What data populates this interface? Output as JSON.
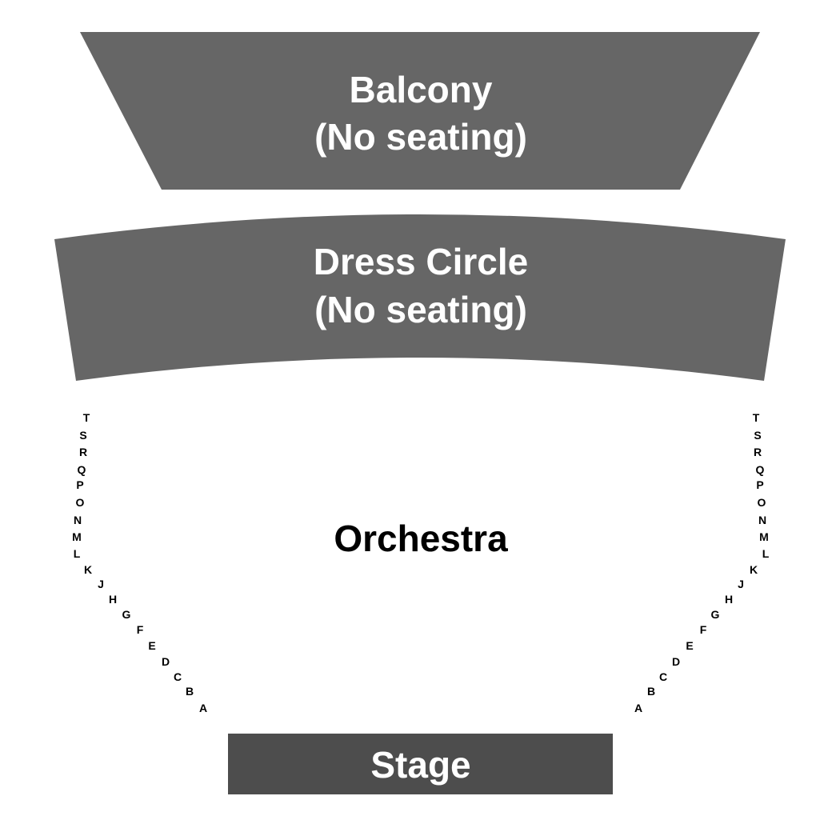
{
  "colors": {
    "upper_section": "#666666",
    "stage": "#4d4d4d",
    "label_on_section": "#ffffff",
    "label_floor": "#000000",
    "background": "#ffffff"
  },
  "sections": {
    "balcony": {
      "name": "Balcony",
      "note": "(No seating)"
    },
    "dress_circle": {
      "name": "Dress Circle",
      "note": "(No seating)"
    },
    "orchestra": {
      "name": "Orchestra"
    },
    "stage": {
      "name": "Stage"
    }
  },
  "rows": {
    "left": [
      "T",
      "S",
      "R",
      "Q",
      "P",
      "O",
      "N",
      "M",
      "L",
      "K",
      "J",
      "H",
      "G",
      "F",
      "E",
      "D",
      "C",
      "B",
      "A"
    ],
    "right": [
      "T",
      "S",
      "R",
      "Q",
      "P",
      "O",
      "N",
      "M",
      "L",
      "K",
      "J",
      "H",
      "G",
      "F",
      "E",
      "D",
      "C",
      "B",
      "A"
    ]
  }
}
